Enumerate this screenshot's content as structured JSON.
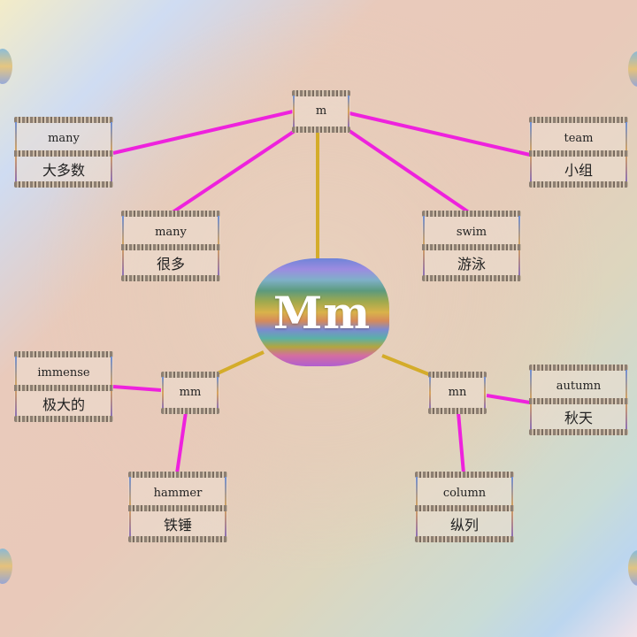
{
  "colors": {
    "branch_line": "#d4ac2a",
    "leaf_line": "#ee22dd"
  },
  "center": {
    "title": "Mm"
  },
  "branches": [
    {
      "id": "m",
      "label": "m",
      "words": [
        {
          "word": "many",
          "meaning": "大多数"
        },
        {
          "word": "many",
          "meaning": "很多"
        },
        {
          "word": "team",
          "meaning": "小组"
        },
        {
          "word": "swim",
          "meaning": "游泳"
        }
      ]
    },
    {
      "id": "mm",
      "label": "mm",
      "words": [
        {
          "word": "immense",
          "meaning": "极大的"
        },
        {
          "word": "hammer",
          "meaning": "铁锤"
        }
      ]
    },
    {
      "id": "mn",
      "label": "mn",
      "words": [
        {
          "word": "autumn",
          "meaning": "秋天"
        },
        {
          "word": "column",
          "meaning": "纵列"
        }
      ]
    }
  ]
}
